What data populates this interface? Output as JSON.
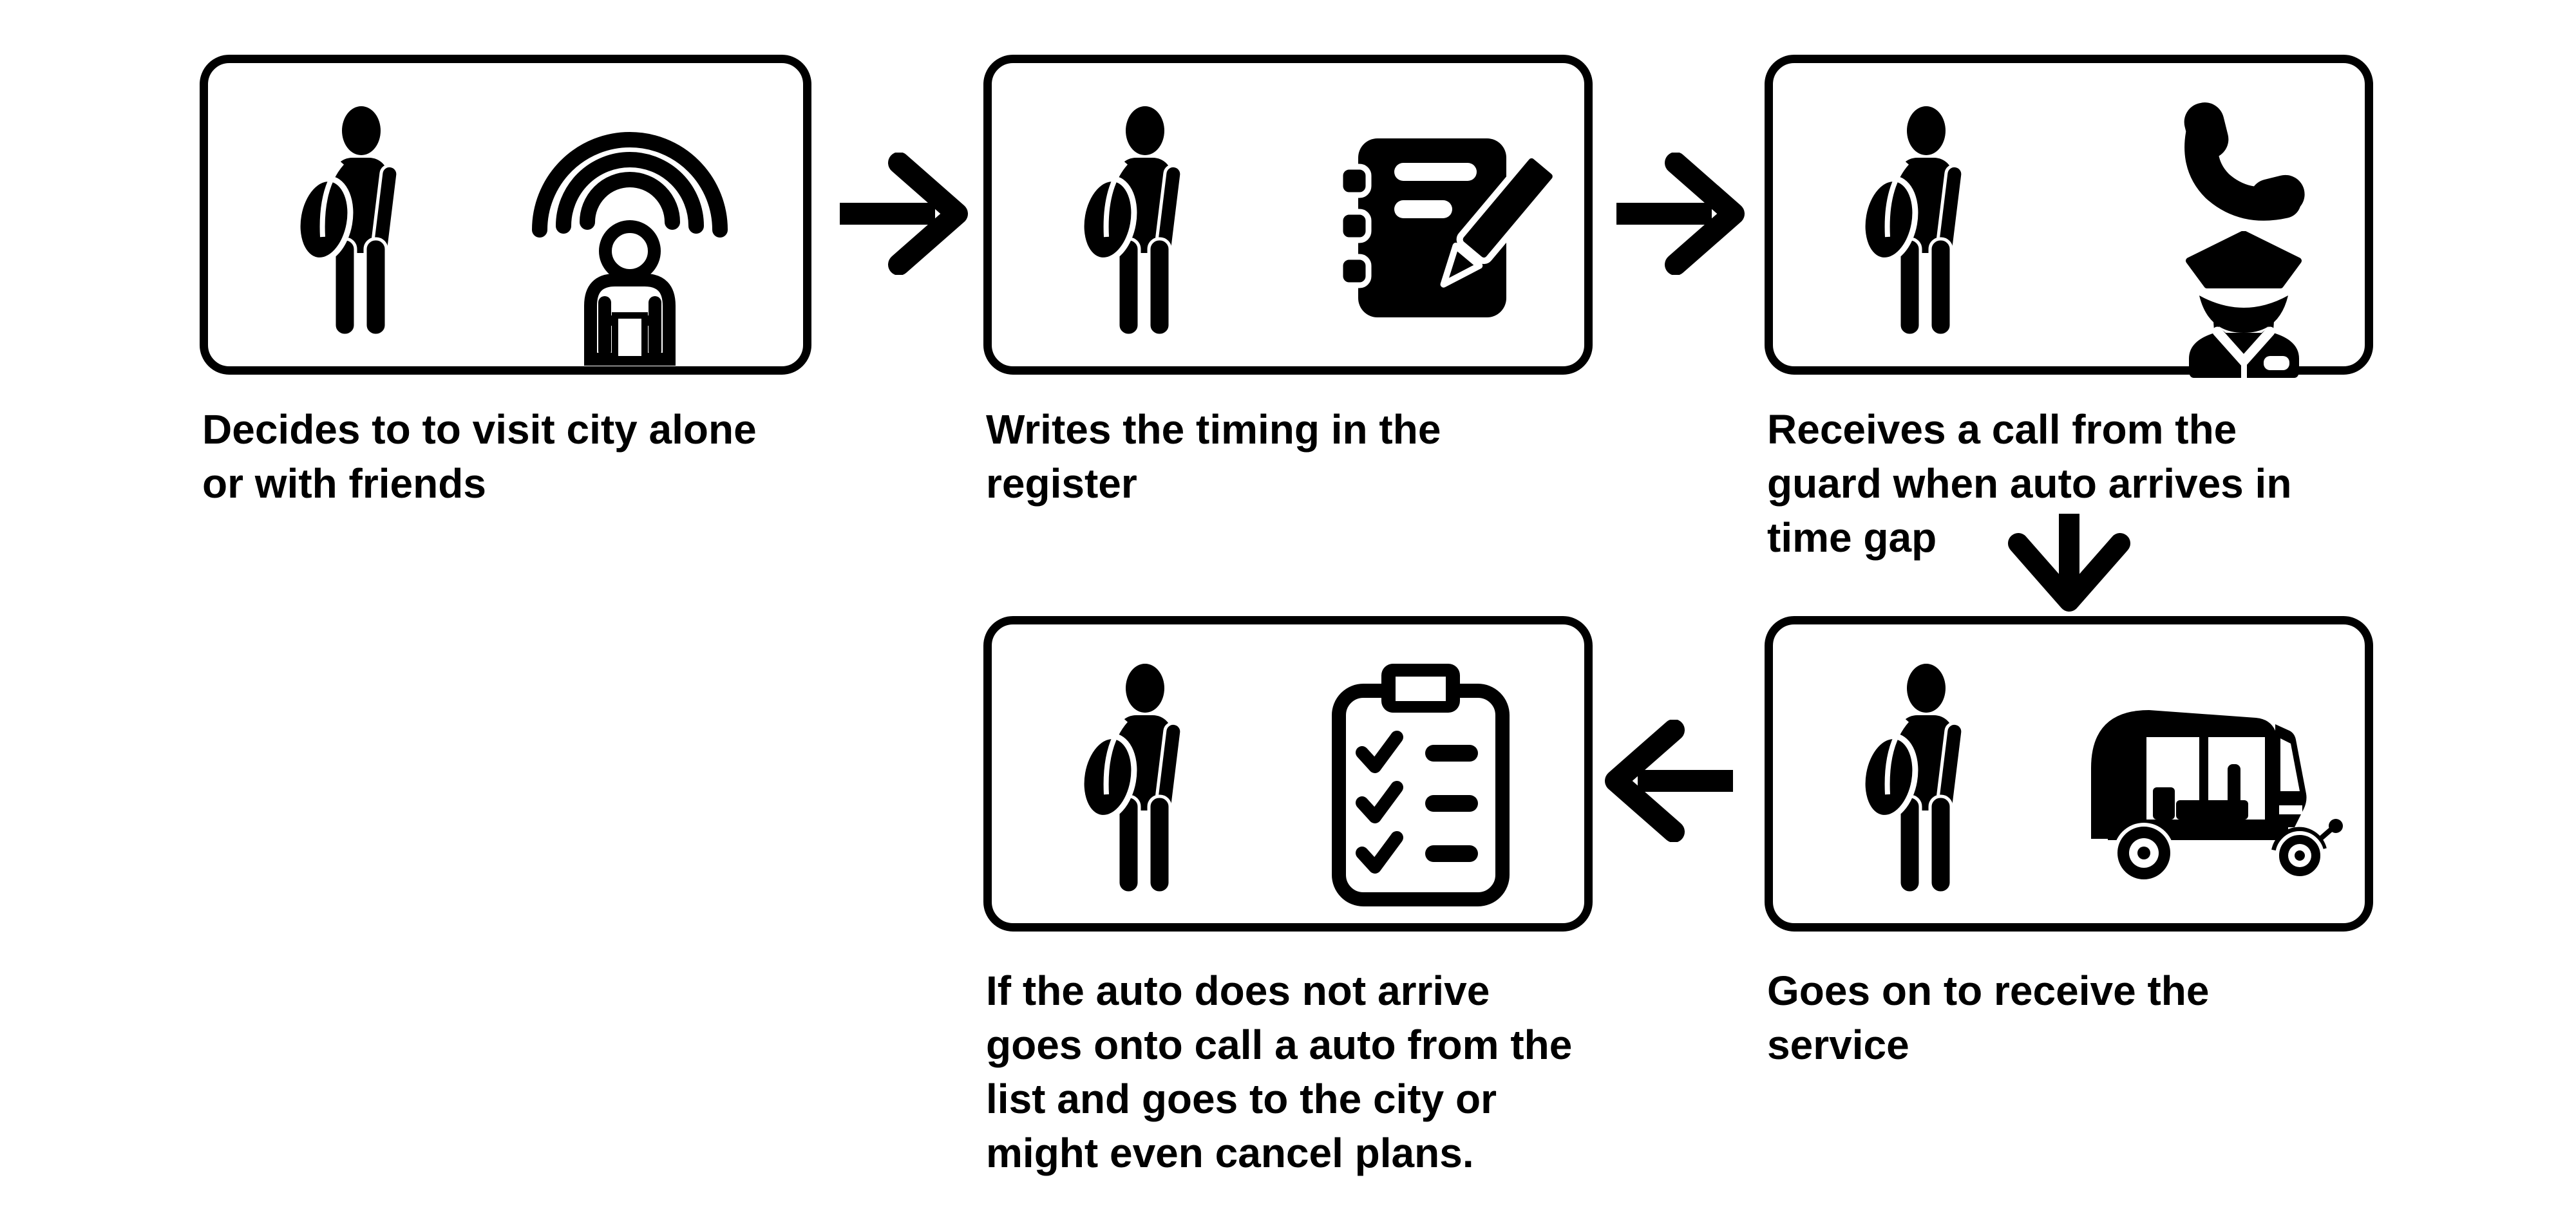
{
  "colors": {
    "ink": "#000000",
    "background": "#ffffff"
  },
  "steps": [
    {
      "id": "step-1",
      "caption": [
        "Decides to to visit city alone",
        "or with friends"
      ],
      "icons": [
        "backpacker-icon",
        "broadcast-person-icon"
      ]
    },
    {
      "id": "step-2",
      "caption": [
        "Writes the timing in the",
        "register"
      ],
      "icons": [
        "backpacker-icon",
        "register-pencil-icon"
      ]
    },
    {
      "id": "step-3",
      "caption": [
        "Receives a call from the",
        "guard when auto arrives in",
        "time gap"
      ],
      "icons": [
        "backpacker-icon",
        "phone-icon",
        "guard-icon"
      ]
    },
    {
      "id": "step-4",
      "caption": [
        "Goes on to receive the",
        "service"
      ],
      "icons": [
        "backpacker-icon",
        "auto-rickshaw-icon"
      ]
    },
    {
      "id": "step-5",
      "caption": [
        "If the auto does not arrive",
        "goes onto call a auto from the",
        "list and goes to the city or",
        "might even cancel plans."
      ],
      "icons": [
        "backpacker-icon",
        "checklist-icon"
      ]
    }
  ],
  "connectors": [
    {
      "from": "step-1",
      "to": "step-2",
      "direction": "right"
    },
    {
      "from": "step-2",
      "to": "step-3",
      "direction": "right"
    },
    {
      "from": "step-3",
      "to": "step-4",
      "direction": "down"
    },
    {
      "from": "step-4",
      "to": "step-5",
      "direction": "left"
    }
  ]
}
